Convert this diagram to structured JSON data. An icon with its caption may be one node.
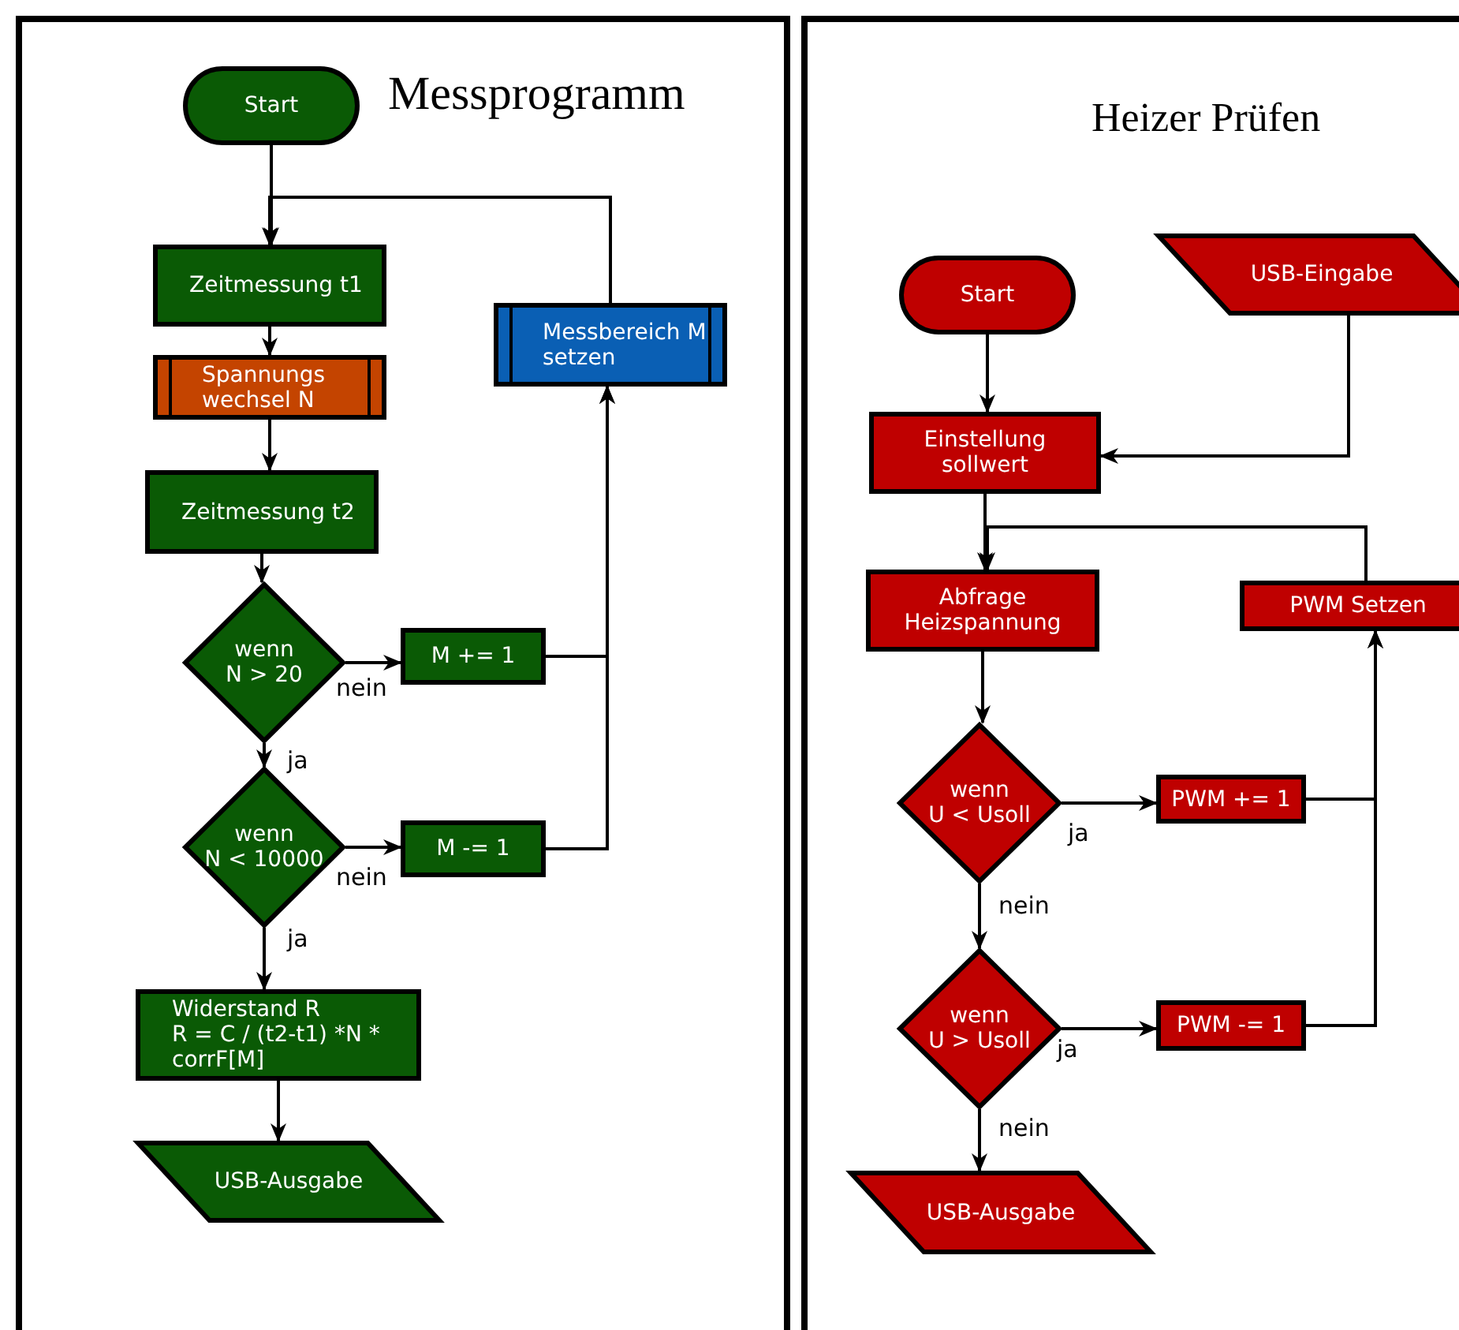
{
  "diagram": {
    "nodes": [
      {
        "text": [
          "Messprogramm"
        ]
      },
      {
        "text": [
          "Start"
        ],
        "in": 0
      },
      {
        "text": [
          "Zeitmessung t1"
        ],
        "in": 0
      },
      {
        "text": [
          "Spannungs wechsel N"
        ],
        "in": 0
      },
      {
        "text": [
          "Zeitmessung t2"
        ],
        "in": 0
      },
      {
        "text": [
          "wenn N > 20"
        ],
        "in": 0
      },
      {
        "text": [
          "M += 1"
        ],
        "in": 0
      },
      {
        "text": [
          "wenn N < 10000"
        ],
        "in": 0
      },
      {
        "text": [
          "M -= 1"
        ],
        "in": 0
      },
      {
        "text": [
          "Messbereich M setzen"
        ],
        "in": 0
      },
      {
        "text": [
          "Widerstand R",
          "R = C / (t2-t1) *N * corrF[M]"
        ],
        "in": 0
      },
      {
        "text": [
          "USB-Ausgabe"
        ],
        "in": 0
      },
      {
        "text": [
          "Heizer Prüfen"
        ]
      },
      {
        "text": [
          "Start"
        ],
        "in": 12
      },
      {
        "text": [
          "USB-Eingabe"
        ],
        "in": 12
      },
      {
        "text": [
          "Einstellung sollwert"
        ],
        "in": 12
      },
      {
        "text": [
          "Abfrage Heizspannung"
        ],
        "in": 12
      },
      {
        "text": [
          "PWM Setzen"
        ],
        "in": 12
      },
      {
        "text": [
          "wenn U < Usoll"
        ],
        "in": 12
      },
      {
        "text": [
          "PWM += 1"
        ],
        "in": 12
      },
      {
        "text": [
          "wenn U > Usoll"
        ],
        "in": 12
      },
      {
        "text": [
          "PWM -= 1"
        ],
        "in": 12
      },
      {
        "text": [
          "USB-Ausgabe"
        ],
        "in": 12
      }
    ],
    "edges": [
      {
        "from": 1,
        "to": 2,
        "arrow": "to"
      },
      {
        "from": 2,
        "to": 3,
        "arrow": "to"
      },
      {
        "from": 3,
        "to": 4,
        "arrow": "to"
      },
      {
        "from": 4,
        "to": 5,
        "arrow": "to"
      },
      {
        "from": 5,
        "to": 6,
        "label": "nein",
        "arrow": "to"
      },
      {
        "from": 5,
        "to": 7,
        "label": "ja",
        "arrow": "to"
      },
      {
        "from": 7,
        "to": 8,
        "label": "nein",
        "arrow": "to"
      },
      {
        "from": 7,
        "to": 10,
        "label": "ja",
        "arrow": "to"
      },
      {
        "from": 10,
        "to": 11,
        "arrow": "to"
      },
      {
        "from": 6,
        "to": 9,
        "arrow": "to"
      },
      {
        "from": 8,
        "to": 9,
        "arrow": "to"
      },
      {
        "from": 9,
        "to": 2,
        "arrow": "to"
      },
      {
        "from": 13,
        "to": 15,
        "arrow": "to"
      },
      {
        "from": 14,
        "to": 15,
        "arrow": "to"
      },
      {
        "from": 15,
        "to": 16,
        "arrow": "to"
      },
      {
        "from": 17,
        "to": 16,
        "arrow": "to"
      },
      {
        "from": 16,
        "to": 18,
        "arrow": "to"
      },
      {
        "from": 18,
        "to": 19,
        "label": "ja",
        "arrow": "to"
      },
      {
        "from": 18,
        "to": 20,
        "label": "nein",
        "arrow": "to"
      },
      {
        "from": 20,
        "to": 21,
        "label": "ja",
        "arrow": "to"
      },
      {
        "from": 20,
        "to": 22,
        "label": "nein",
        "arrow": "to"
      },
      {
        "from": 19,
        "to": 17,
        "arrow": "to"
      },
      {
        "from": 21,
        "to": 17,
        "arrow": "to"
      }
    ]
  }
}
